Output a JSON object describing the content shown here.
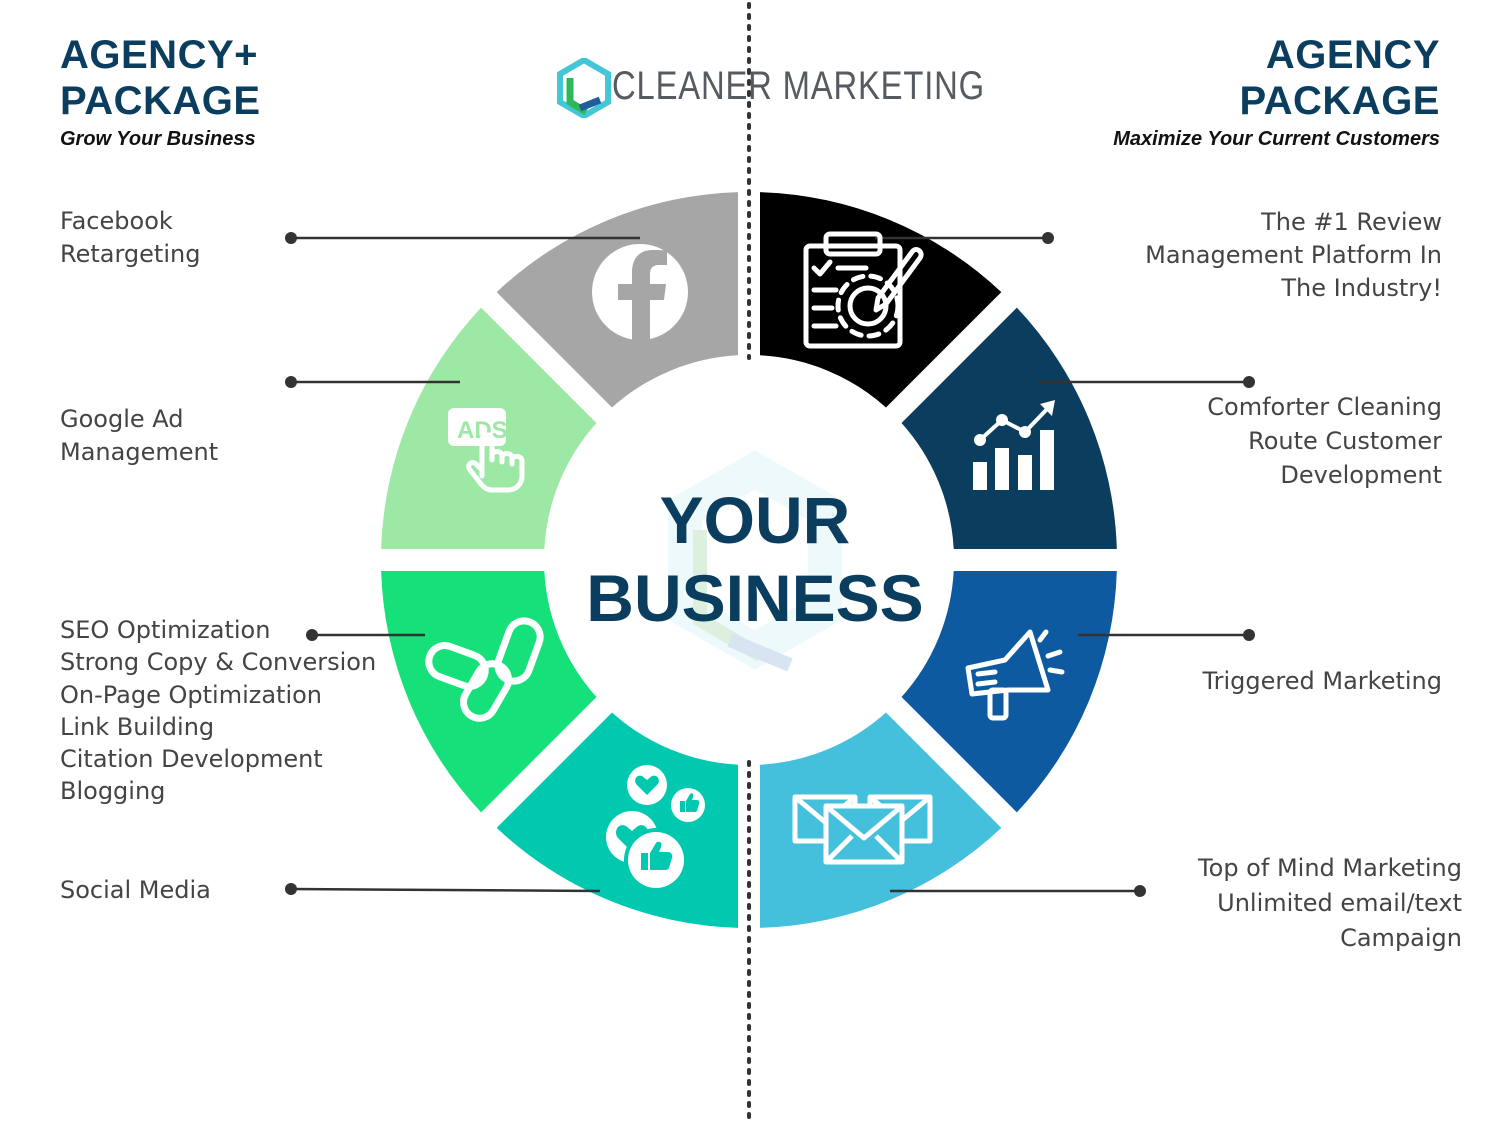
{
  "left_package": {
    "title_line1": "AGENCY+",
    "title_line2": "PACKAGE",
    "subtitle": "Grow Your Business"
  },
  "right_package": {
    "title_line1": "AGENCY",
    "title_line2": "PACKAGE",
    "subtitle": "Maximize Your Current Customers"
  },
  "brand": {
    "name": "CLEANER MARKETING"
  },
  "center": {
    "line1": "YOUR",
    "line2": "BUSINESS"
  },
  "left_items": [
    {
      "icon": "facebook-icon",
      "lines": [
        "Facebook",
        "Retargeting"
      ],
      "color": "#a6a6a6"
    },
    {
      "icon": "ads-click-icon",
      "lines": [
        "Google Ad",
        "Management"
      ],
      "color": "#9de8a4"
    },
    {
      "icon": "chain-link-icon",
      "lines": [
        "SEO Optimization",
        "Strong Copy & Conversion",
        "On-Page Optimization",
        "Link Building",
        "Citation Development",
        "Blogging"
      ],
      "color": "#16e07a"
    },
    {
      "icon": "social-reactions-icon",
      "lines": [
        "Social Media"
      ],
      "color": "#00c9b0"
    }
  ],
  "right_items": [
    {
      "icon": "clipboard-gear-icon",
      "lines": [
        "The #1 Review",
        "Management Platform In",
        "The Industry!"
      ],
      "color": "#000000"
    },
    {
      "icon": "growth-chart-icon",
      "lines": [
        "Comforter Cleaning",
        "Route Customer",
        "Development"
      ],
      "color": "#0b3d5f"
    },
    {
      "icon": "megaphone-icon",
      "lines": [
        "Triggered Marketing"
      ],
      "color": "#0e5aa0"
    },
    {
      "icon": "envelopes-icon",
      "lines": [
        "Top of Mind Marketing",
        "Unlimited email/text",
        "Campaign"
      ],
      "color": "#45c0dc"
    }
  ]
}
